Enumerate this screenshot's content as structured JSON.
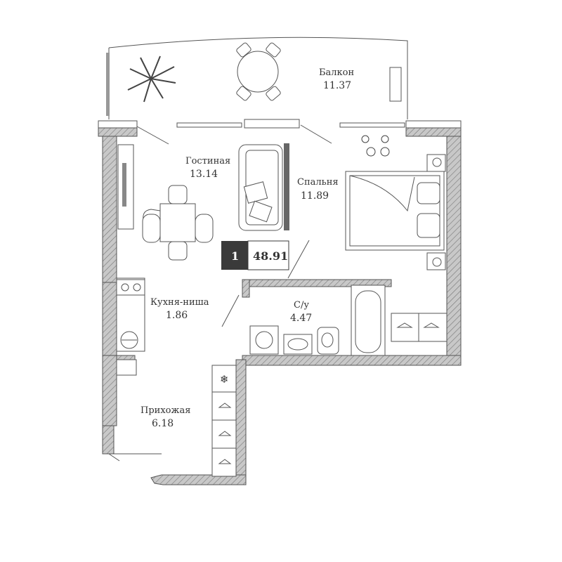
{
  "rooms": {
    "balcony": {
      "name": "Балкон",
      "area": "11.37"
    },
    "living": {
      "name": "Гостиная",
      "area": "13.14"
    },
    "bedroom": {
      "name": "Спальня",
      "area": "11.89"
    },
    "kitchen": {
      "name": "Кухня-ниша",
      "area": "1.86"
    },
    "bathroom": {
      "name": "С/у",
      "area": "4.47"
    },
    "hallway": {
      "name": "Прихожая",
      "area": "6.18"
    }
  },
  "badge": {
    "rooms": "1",
    "total_area": "48.91"
  },
  "colors": {
    "badge_dark": "#3a3a3a",
    "wall": "#b5b5b5",
    "line": "#555555"
  }
}
